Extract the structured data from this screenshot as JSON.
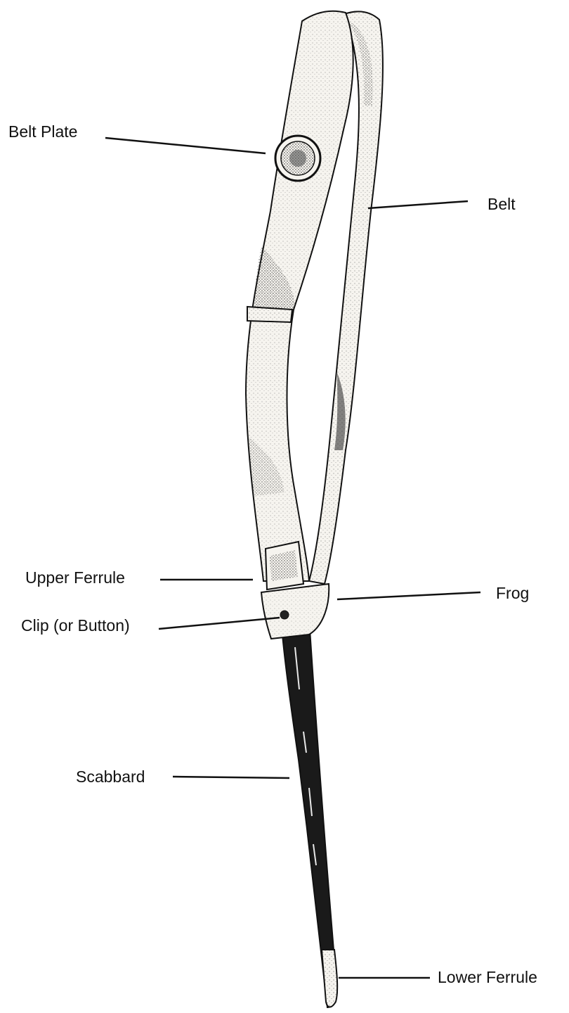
{
  "labels": {
    "belt_plate": "Belt Plate",
    "belt": "Belt",
    "upper_ferrule": "Upper Ferrule",
    "frog": "Frog",
    "clip": "Clip (or Button)",
    "scabbard": "Scabbard",
    "lower_ferrule": "Lower Ferrule"
  },
  "colors": {
    "ink": "#111111",
    "leather": "#f6f4ef",
    "scabbard": "#1a1a1a",
    "background": "#ffffff"
  }
}
